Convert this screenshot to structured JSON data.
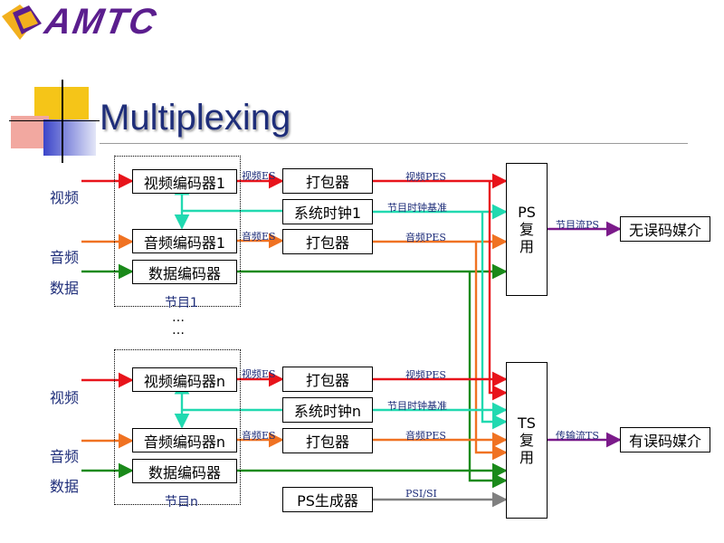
{
  "brand": {
    "name": "AMTC"
  },
  "title": "Multiplexing",
  "colors": {
    "video": "#e8141b",
    "audio": "#f07222",
    "data": "#1a8a1a",
    "clock": "#21d9b0",
    "psi": "#808080",
    "output": "#7b1a8a",
    "title": "#1f2e7a"
  },
  "top": {
    "inputs": {
      "video": "视频",
      "audio": "音频",
      "data": "数据"
    },
    "video_encoder": "视频编码器1",
    "audio_encoder": "音频编码器1",
    "data_encoder": "数据编码器",
    "sys_clock": "系统时钟1",
    "packer_video": "打包器",
    "packer_audio": "打包器",
    "es_video": "视频ES",
    "es_audio": "音频ES",
    "pes_video": "视频PES",
    "pes_audio": "音频PES",
    "clock_ref": "节目时钟基准",
    "group_label": "节目1",
    "mux_line1": "PS",
    "mux_line2": "复",
    "mux_line3": "用",
    "out_flow": "节目流PS",
    "out_media": "无误码媒介"
  },
  "ellipsis": [
    "…",
    "…"
  ],
  "bottom": {
    "inputs": {
      "video": "视频",
      "audio": "音频",
      "data": "数据"
    },
    "video_encoder": "视频编码器n",
    "audio_encoder": "音频编码器n",
    "data_encoder": "数据编码器",
    "sys_clock": "系统时钟n",
    "packer_video": "打包器",
    "packer_audio": "打包器",
    "es_video": "视频ES",
    "es_audio": "音频ES",
    "pes_video": "视频PES",
    "pes_audio": "音频PES",
    "clock_ref": "节目时钟基准",
    "group_label": "节目n",
    "ps_gen": "PS生成器",
    "psi": "PSI/SI",
    "mux_line1": "TS",
    "mux_line2": "复",
    "mux_line3": "用",
    "out_flow": "传输流TS",
    "out_media": "有误码媒介"
  }
}
